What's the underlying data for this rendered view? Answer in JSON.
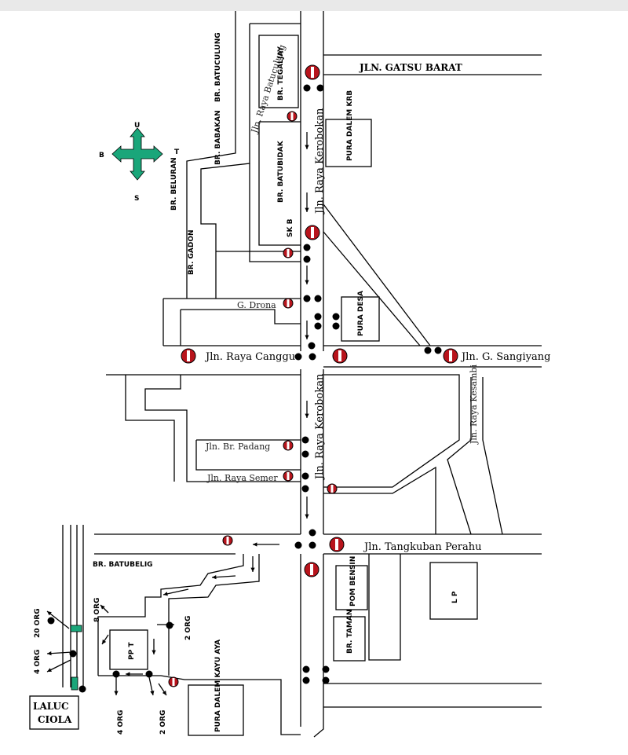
{
  "streets": {
    "gatsu_barat": "JLN. GATSU BARAT",
    "kerobokan_north": "Jln. Raya Kerobokan",
    "batuculung_road": "Jln. Raya Batuculung",
    "canggu": "Jln. Raya Canggu",
    "sangiyang": "Jln. G. Sangiyang",
    "drona": "G. Drona",
    "kesambi": "Jln. Raya Kesambi",
    "br_padang": "Jln. Br. Padang",
    "semer": "Jln. Raya Semer",
    "kerobokan_south": "Jln. Raya Kerobokan",
    "tangkuban": "Jln. Tangkuban Perahu"
  },
  "banjar": {
    "batuculung": "BR. BATUCULUNG",
    "tegaljaya": "BR. TEGALJAY",
    "babakan": "BR. BABAKAN",
    "batubidak": "BR. BATUBIDAK",
    "belura": "BR. BELURAN",
    "gado": "BR. GADON",
    "batubelig": "BR. BATUBELIG",
    "tama": "BR. TAMAN"
  },
  "landmarks": {
    "pura_dalem_krb": "PURA DALEM KRB",
    "sk": "SK B",
    "pura_desa": "PURA DESA",
    "pom_bensin": "POM BENSIN",
    "lp": "L P",
    "ppt": "PP T",
    "pura_dalem_kayu": "PURA DALEM KAYU AYA",
    "laluciola": "LALUC CIOLA"
  },
  "people": {
    "org_20": "20 ORG",
    "org_4_left": "4 ORG",
    "org_8": "8 ORG",
    "org_2_right": "2 ORG",
    "org_4_bottom": "4 ORG",
    "org_2_bottom": "2 ORG"
  },
  "compass": {
    "north": "U",
    "west": "B",
    "east": "T",
    "south": "S",
    "color": "#1aa67a"
  },
  "colors": {
    "sign": "#b8141c",
    "marker": "#1aa67a"
  }
}
